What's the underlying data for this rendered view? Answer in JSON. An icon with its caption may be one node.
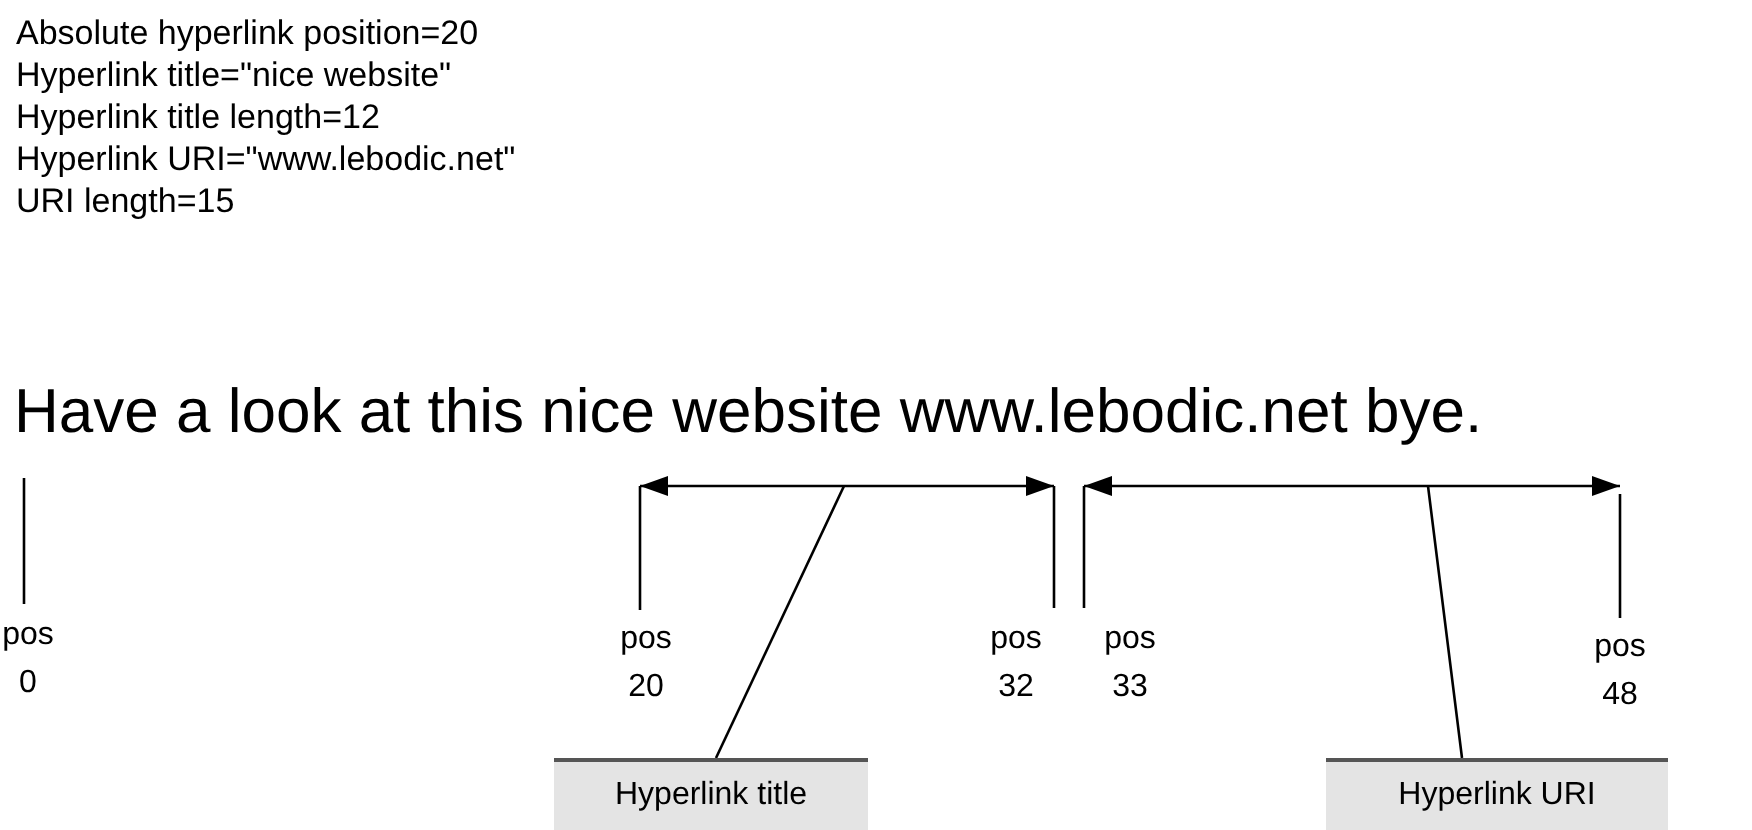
{
  "diagram": {
    "nodes": [
      {
        "text": [
          "Hyperlink title"
        ]
      },
      {
        "text": [
          "Hyperlink URI"
        ]
      }
    ],
    "edges": [
      {
        "from": 0,
        "to": null,
        "arrow": "none"
      },
      {
        "from": 1,
        "to": null,
        "arrow": "none"
      }
    ],
    "labels": [
      "Absolute hyperlink position=20",
      "Hyperlink title=\"nice website\"",
      "Hyperlink title length=12",
      "Hyperlink URI=\"www.lebodic.net\"",
      "URI length=15",
      "Have a look at this nice website www.lebodic.net bye.",
      "pos 0",
      "pos 20",
      "pos 32",
      "pos 33",
      "pos 48"
    ]
  }
}
